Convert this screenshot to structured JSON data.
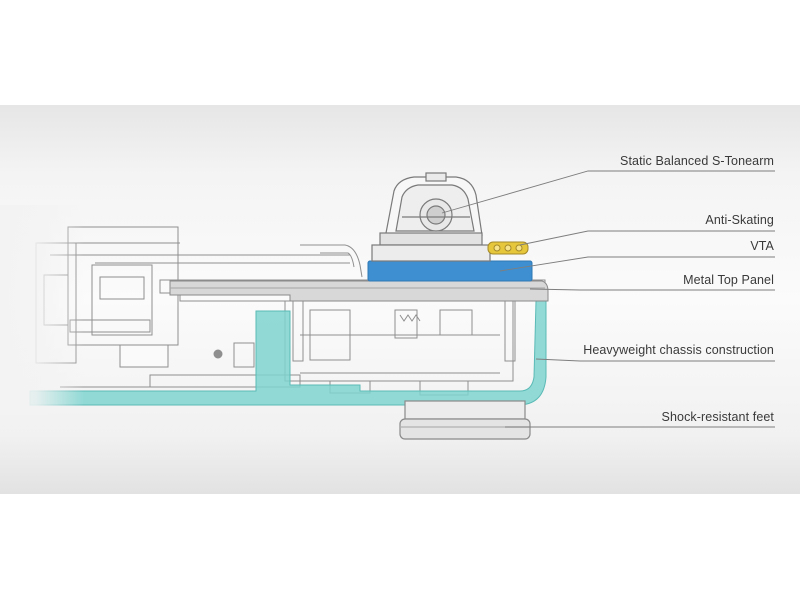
{
  "callouts": [
    {
      "id": "tonearm",
      "label": "Static Balanced S-Tonearm"
    },
    {
      "id": "anti-skating",
      "label": "Anti-Skating"
    },
    {
      "id": "vta",
      "label": "VTA"
    },
    {
      "id": "top-panel",
      "label": "Metal Top Panel"
    },
    {
      "id": "chassis",
      "label": "Heavyweight chassis construction"
    },
    {
      "id": "feet",
      "label": "Shock-resistant feet"
    }
  ],
  "colors": {
    "highlight_blue": "#3d8fd1",
    "highlight_teal": "#7fd3cf",
    "line_gray": "#8a8a8a",
    "background": "#f6f6f6"
  }
}
